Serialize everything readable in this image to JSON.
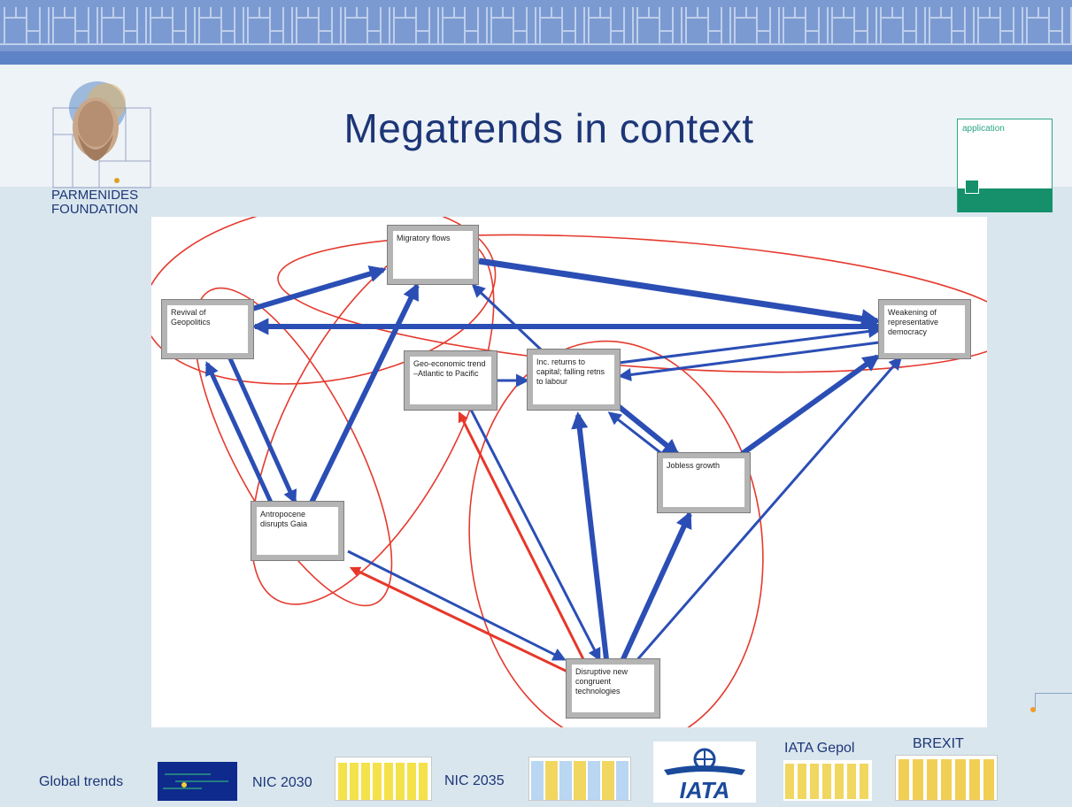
{
  "slide": {
    "title": "Megatrends in context",
    "logo": {
      "line1": "PARMENIDES",
      "line2": "FOUNDATION"
    },
    "badge": {
      "label": "application"
    }
  },
  "diagram": {
    "nodes": {
      "migratory": "Migratory flows",
      "revival": "Revival of Geopolitics",
      "weakening": "Weakening of representative democracy",
      "geoeconomic": "Geo-economic trend –Atlantic to Pacific",
      "increturns": "Inc. returns to capital; falling retns to labour",
      "jobless": "Jobless growth",
      "antropocene": "Antropocene disrupts Gaia",
      "disruptive": "Disruptive new congruent technologies"
    },
    "colors": {
      "arrow": "#2b4eb5",
      "highlight": "#e7372a",
      "ellipse": "#e53a2e"
    }
  },
  "bottom": {
    "global_trends": "Global trends",
    "nic2030": "NIC 2030",
    "nic2035": "NIC 2035",
    "iata_logo": "IATA",
    "iata_gepol": "IATA Gepol",
    "brexit": "BREXIT"
  }
}
